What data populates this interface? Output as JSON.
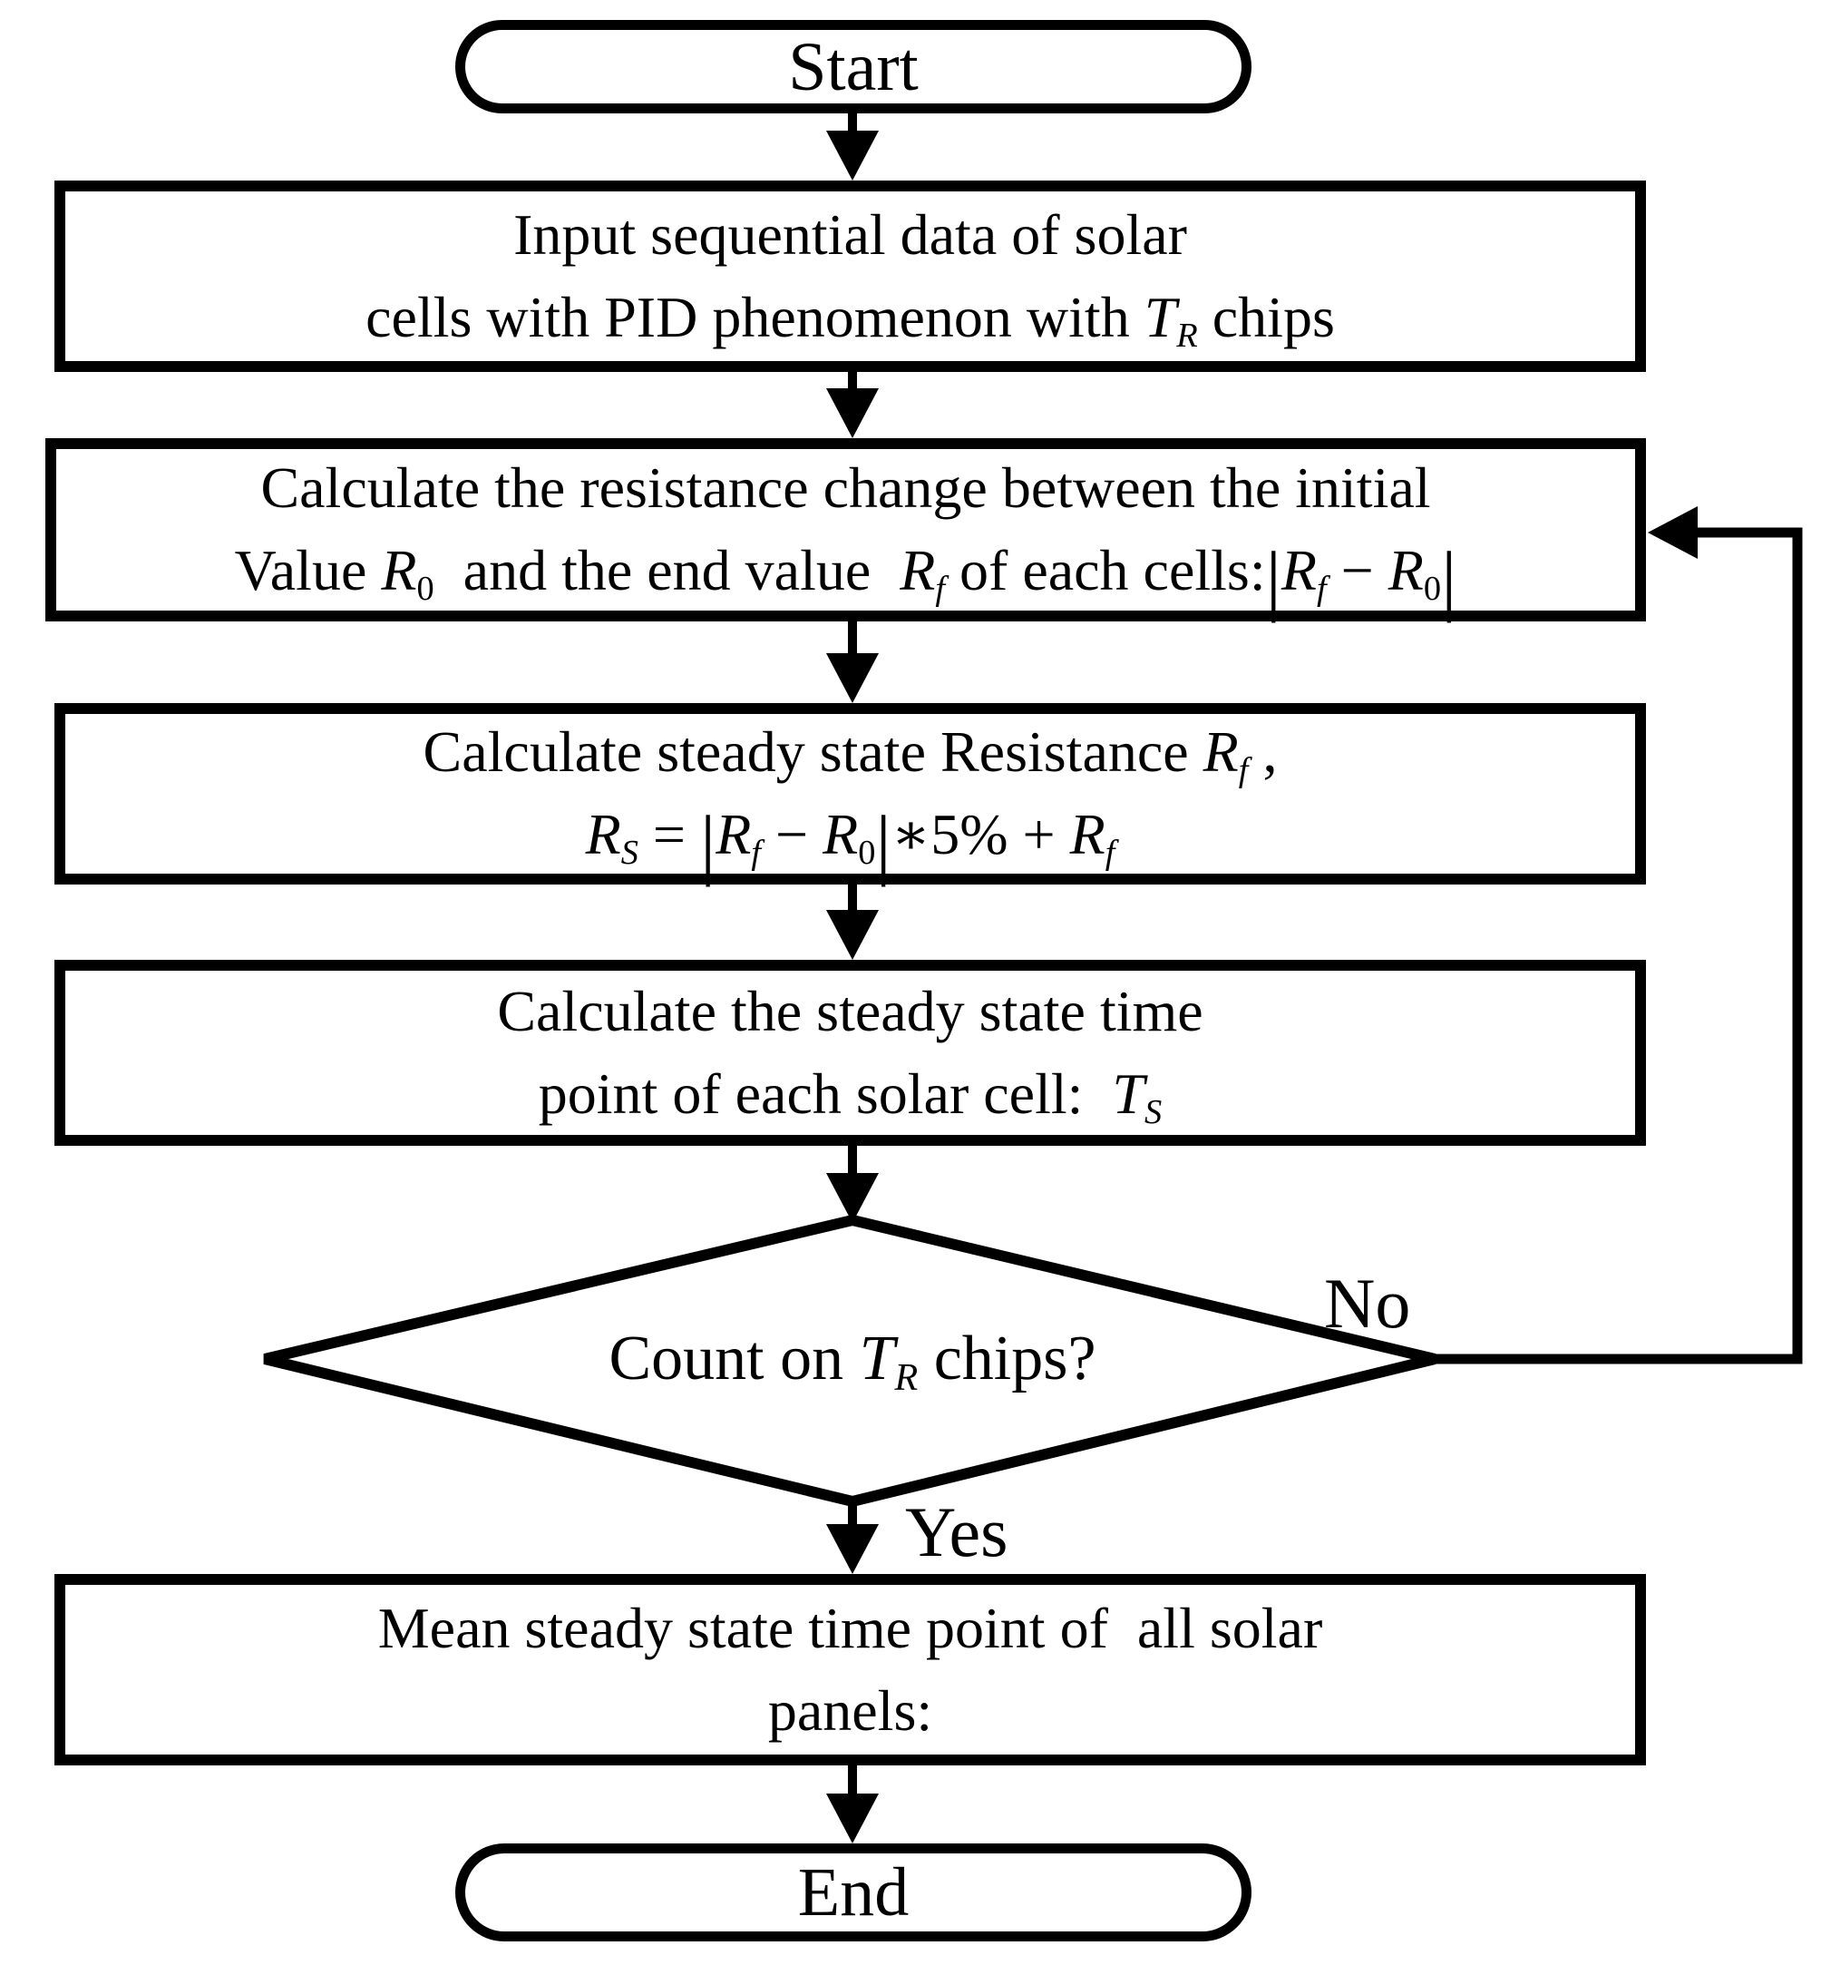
{
  "figure": {
    "kind": "flowchart",
    "background_color": "#ffffff",
    "ink_color": "#000000"
  },
  "nodes": {
    "start": {
      "label": "Start"
    },
    "input_data": {
      "lines": [
        [
          {
            "t": "Input sequential data of solar"
          }
        ],
        [
          {
            "t": "cells with PID phenomenon with "
          },
          {
            "t": "T",
            "it": 1
          },
          {
            "t": "R",
            "it": 1,
            "sub": 1
          },
          {
            "t": " chips"
          }
        ]
      ]
    },
    "resistance_change": {
      "lines": [
        [
          {
            "t": "Calculate the resistance change between the initial"
          }
        ],
        [
          {
            "t": "Value "
          },
          {
            "t": "R",
            "it": 1
          },
          {
            "t": "0",
            "sub": 1
          },
          {
            "t": "  and the end value  "
          },
          {
            "t": "R",
            "it": 1
          },
          {
            "t": "f",
            "it": 1,
            "sub": 1
          },
          {
            "t": " of each cells:"
          },
          {
            "t": "|",
            "big": 1
          },
          {
            "t": "R",
            "it": 1
          },
          {
            "t": "f",
            "it": 1,
            "sub": 1
          },
          {
            "t": " − "
          },
          {
            "t": "R",
            "it": 1
          },
          {
            "t": "0",
            "sub": 1
          },
          {
            "t": "|",
            "big": 1
          }
        ]
      ]
    },
    "steady_resistance": {
      "lines": [
        [
          {
            "t": "Calculate steady state Resistance "
          },
          {
            "t": "R",
            "it": 1
          },
          {
            "t": "f",
            "it": 1,
            "sub": 1
          },
          {
            "t": " ,"
          }
        ],
        [
          {
            "t": "R",
            "it": 1
          },
          {
            "t": "S",
            "it": 1,
            "sub": 1
          },
          {
            "t": " = "
          },
          {
            "t": "|",
            "big": 1
          },
          {
            "t": "R",
            "it": 1
          },
          {
            "t": "f",
            "it": 1,
            "sub": 1
          },
          {
            "t": " − "
          },
          {
            "t": "R",
            "it": 1
          },
          {
            "t": "0",
            "sub": 1
          },
          {
            "t": "|",
            "big": 1
          },
          {
            "t": "∗5% + "
          },
          {
            "t": "R",
            "it": 1
          },
          {
            "t": "f",
            "it": 1,
            "sub": 1
          }
        ]
      ]
    },
    "steady_time": {
      "lines": [
        [
          {
            "t": "Calculate the steady state time"
          }
        ],
        [
          {
            "t": "point of each solar cell:  "
          },
          {
            "t": "T",
            "it": 1
          },
          {
            "t": "S",
            "it": 1,
            "sub": 1
          }
        ]
      ]
    },
    "decision": {
      "lines": [
        [
          {
            "t": "Count on "
          },
          {
            "t": "T",
            "it": 1
          },
          {
            "t": "R",
            "it": 1,
            "sub": 1
          },
          {
            "t": " chips?"
          }
        ]
      ]
    },
    "mean_time": {
      "lines": [
        [
          {
            "t": "Mean steady state time point of  all solar"
          }
        ],
        [
          {
            "t": "panels:"
          }
        ]
      ]
    },
    "end": {
      "label": "End"
    }
  },
  "edges": {
    "no_label": "No",
    "yes_label": "Yes"
  }
}
